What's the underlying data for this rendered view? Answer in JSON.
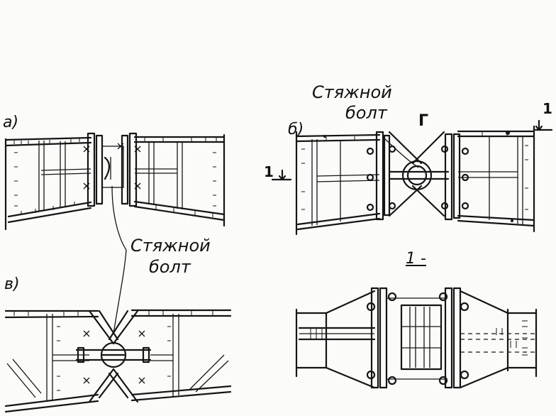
{
  "labels": {
    "view_a": "а)",
    "view_b": "б)",
    "view_v": "в)",
    "bolt_a_line1": "Стяжной",
    "bolt_a_line2": "болт",
    "bolt_b_line1": "Стяжной",
    "bolt_b_line2": "болт",
    "node_g": "Г",
    "section_left": "1",
    "section_right": "1",
    "section_title": "1 -"
  },
  "colors": {
    "ink": "#151515",
    "paper": "#fbfbf9"
  }
}
